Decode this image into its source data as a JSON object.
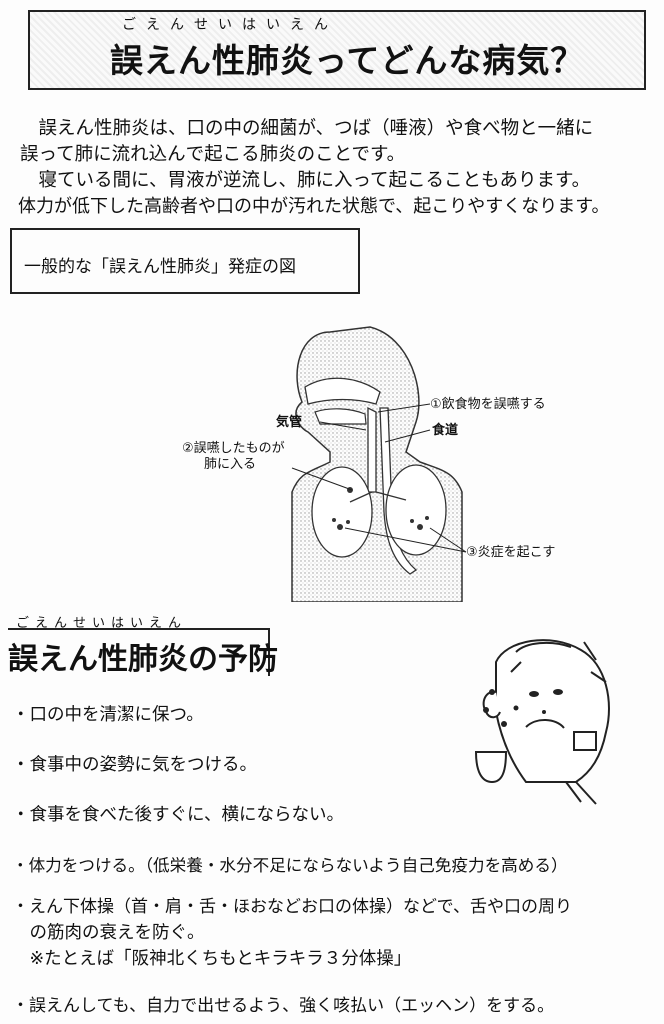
{
  "title": {
    "ruby": "ごえんせいはいえん",
    "main": "誤えん性肺炎ってどんな病気？"
  },
  "intro": {
    "lines": [
      "　誤えん性肺炎は、口の中の細菌が、つば（唾液）や食べ物と一緒に",
      "誤って肺に流れ込んで起こる肺炎のことです。",
      "　寝ている間に、胃液が逆流し、肺に入って起こることもあります。",
      "体力が低下した高齢者や口の中が汚れた状態で、起こりやすくなります。"
    ]
  },
  "diagram_box": {
    "label": "一般的な「誤えん性肺炎」発症の図"
  },
  "diagram": {
    "label_trachea": "気管",
    "label_esophagus": "食道",
    "label_step1": "①飲食物を誤嚥する",
    "label_step2_line1": "②誤嚥したものが",
    "label_step2_line2": "肺に入る",
    "label_step3": "③炎症を起こす"
  },
  "prevention": {
    "ruby": "ごえんせいはいえん",
    "title": "誤えん性肺炎の予防",
    "items": [
      {
        "text": "・口の中を清潔に保つ。"
      },
      {
        "text": "・食事中の姿勢に気をつける。"
      },
      {
        "text": "・食事を食べた後すぐに、横にならない。"
      },
      {
        "text": "・体力をつける。（低栄養・水分不足にならないよう自己免疫力を高める）"
      },
      {
        "text": "・えん下体操（首・肩・舌・ほおなどお口の体操）などで、舌や口の周り"
      },
      {
        "text": "　の筋肉の衰えを防ぐ。"
      },
      {
        "text": "　※たとえば「阪神北くちもとキラキラ３分体操」"
      },
      {
        "text": "・誤えんしても、自力で出せるよう、強く咳払い（エッヘン）をする。"
      }
    ]
  },
  "colors": {
    "ink": "#111111",
    "dots": "#9a9a9a",
    "paper": "#fdfdfd"
  }
}
